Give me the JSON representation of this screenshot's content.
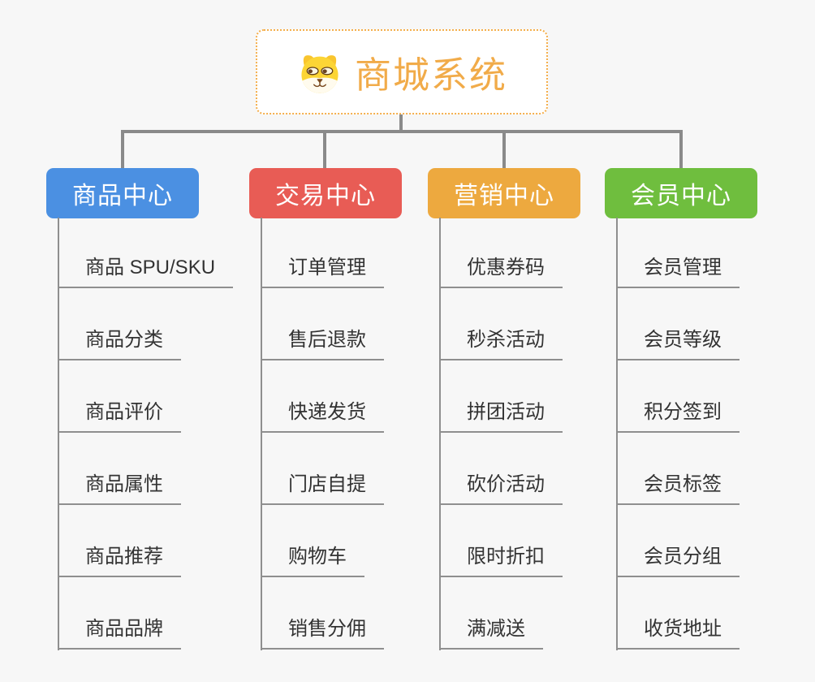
{
  "background_color": "#f7f7f7",
  "connector_color": "#8a8a8a",
  "root": {
    "label": "商城系统",
    "icon": "dog-face-icon",
    "text_color": "#f1ab49",
    "border_color": "#f4ae4b"
  },
  "branches": [
    {
      "label": "商品中心",
      "color": "#4b90e2",
      "children": [
        "商品 SPU/SKU",
        "商品分类",
        "商品评价",
        "商品属性",
        "商品推荐",
        "商品品牌"
      ]
    },
    {
      "label": "交易中心",
      "color": "#e85c55",
      "children": [
        "订单管理",
        "售后退款",
        "快递发货",
        "门店自提",
        "购物车",
        "销售分佣"
      ]
    },
    {
      "label": "营销中心",
      "color": "#eda93f",
      "children": [
        "优惠券码",
        "秒杀活动",
        "拼团活动",
        "砍价活动",
        "限时折扣",
        "满减送"
      ]
    },
    {
      "label": "会员中心",
      "color": "#6fbe3e",
      "children": [
        "会员管理",
        "会员等级",
        "积分签到",
        "会员标签",
        "会员分组",
        "收货地址"
      ]
    }
  ]
}
